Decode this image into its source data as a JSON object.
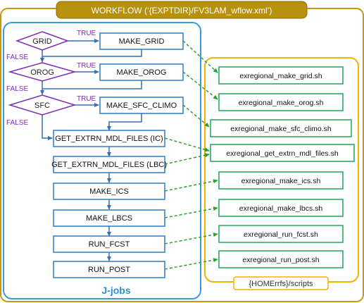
{
  "header": {
    "title": "WORKFLOW (‘{EXPTDIR}/FV3LAM_wflow.xml’)"
  },
  "jjobs": {
    "label": "J-jobs",
    "decisions": [
      {
        "id": "grid",
        "label": "GRID",
        "true_label": "TRUE",
        "false_label": "FALSE"
      },
      {
        "id": "orog",
        "label": "OROG",
        "true_label": "TRUE",
        "false_label": "FALSE"
      },
      {
        "id": "sfc",
        "label": "SFC",
        "true_label": "TRUE",
        "false_label": "FALSE"
      }
    ],
    "tasks": [
      {
        "id": "make-grid",
        "label": "MAKE_GRID"
      },
      {
        "id": "make-orog",
        "label": "MAKE_OROG"
      },
      {
        "id": "make-sfc-climo",
        "label": "MAKE_SFC_CLIMO"
      },
      {
        "id": "get-extrn-ic",
        "label": "GET_EXTRN_MDL_FILES (IC)"
      },
      {
        "id": "get-extrn-lbc",
        "label": "GET_EXTRN_MDL_FILES (LBC)"
      },
      {
        "id": "make-ics",
        "label": "MAKE_ICS"
      },
      {
        "id": "make-lbcs",
        "label": "MAKE_LBCS"
      },
      {
        "id": "run-fcst",
        "label": "RUN_FCST"
      },
      {
        "id": "run-post",
        "label": "RUN_POST"
      }
    ]
  },
  "scripts": {
    "label": "{HOMErrfs}/scripts",
    "items": [
      {
        "id": "grid",
        "label": "exregional_make_grid.sh"
      },
      {
        "id": "orog",
        "label": "exregional_make_orog.sh"
      },
      {
        "id": "sfc-climo",
        "label": "exregional_make_sfc_climo.sh"
      },
      {
        "id": "extrn",
        "label": "exregional_get_extrn_mdl_files.sh"
      },
      {
        "id": "ics",
        "label": "exregional_make_ics.sh"
      },
      {
        "id": "lbcs",
        "label": "exregional_make_lbcs.sh"
      },
      {
        "id": "fcst",
        "label": "exregional_run_fcst.sh"
      },
      {
        "id": "post",
        "label": "exregional_run_post.sh"
      }
    ]
  },
  "colors": {
    "header_bg": "#b8910c",
    "outer_border": "#c9960c",
    "task_border": "#2e7dc4",
    "decision_border": "#7b2fb0",
    "label_purple": "#7b2fb0",
    "script_border": "#1fa55a",
    "scripts_frame": "#f0b400",
    "jjobs_frame": "#3a9ad9",
    "jjobs_label": "#2e8fd8",
    "dashed_arrow": "#2ca02c",
    "flow_arrow": "#3a6fb0"
  }
}
